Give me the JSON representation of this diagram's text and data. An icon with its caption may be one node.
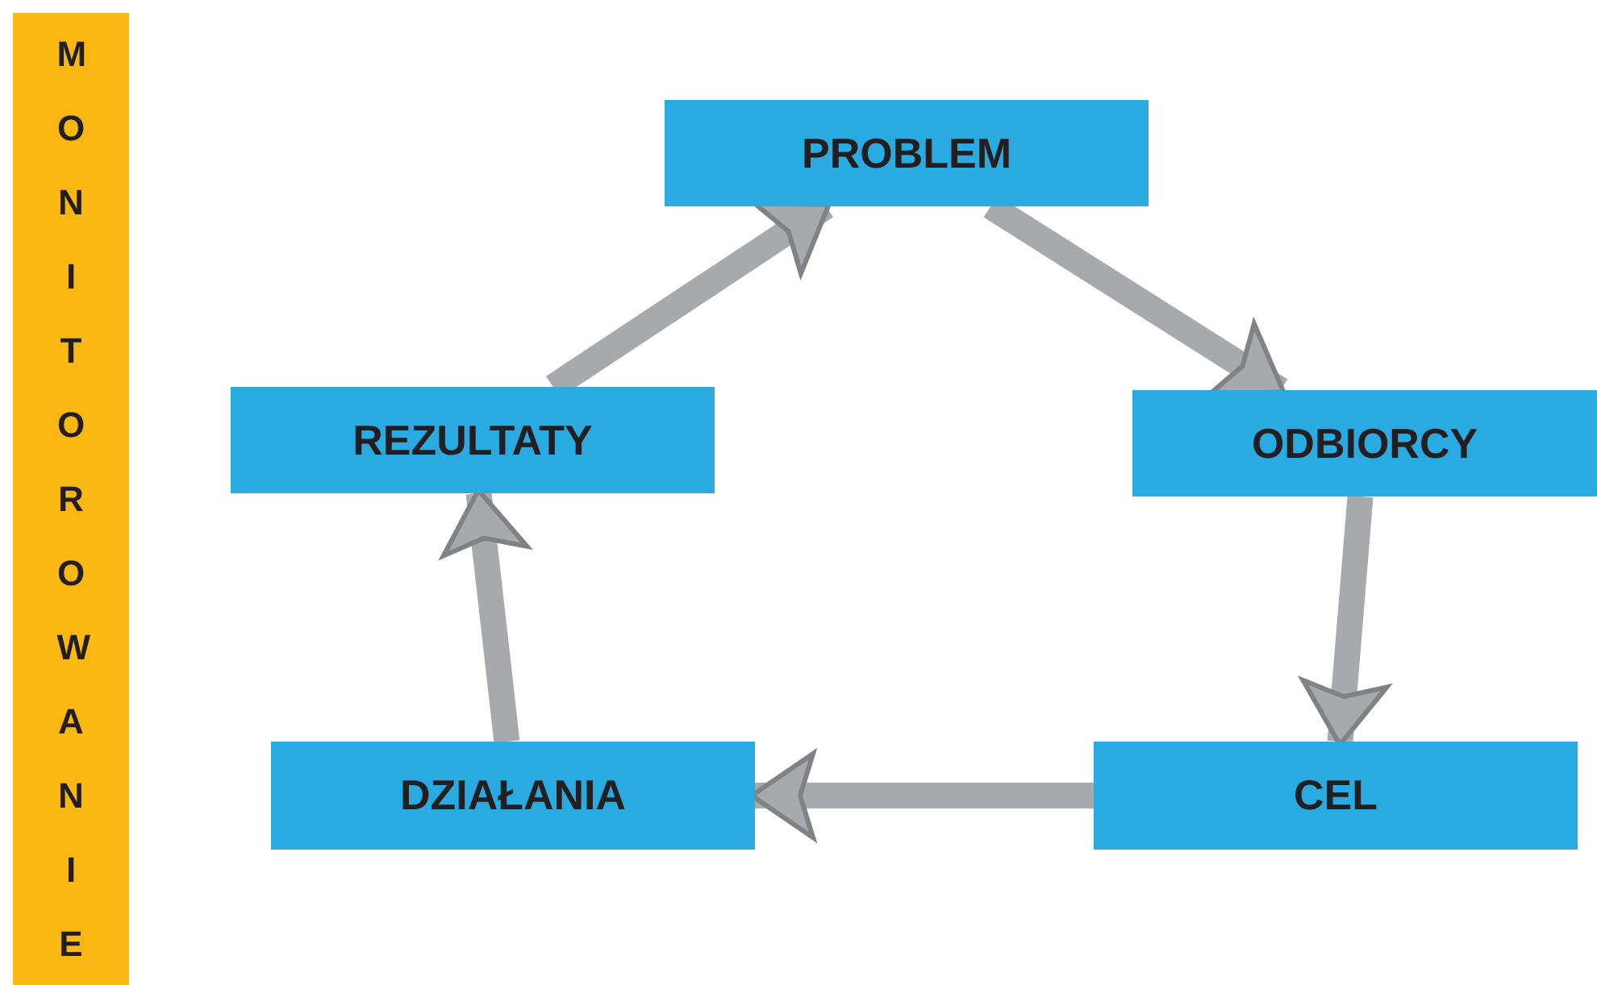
{
  "diagram": {
    "nodes": [
      {
        "text": [
          "MONITOROWANIE"
        ]
      },
      {
        "text": [
          "PROBLEM"
        ]
      },
      {
        "text": [
          "ODBIORCY"
        ]
      },
      {
        "text": [
          "CEL"
        ]
      },
      {
        "text": [
          "DZIAŁANIA"
        ]
      },
      {
        "text": [
          "REZULTATY"
        ]
      }
    ],
    "edges": [
      {
        "from": 1,
        "to": 2,
        "arrow": "to"
      },
      {
        "from": 2,
        "to": 3,
        "arrow": "to"
      },
      {
        "from": 3,
        "to": 4,
        "arrow": "to"
      },
      {
        "from": 4,
        "to": 5,
        "arrow": "to"
      },
      {
        "from": 5,
        "to": 1,
        "arrow": "to"
      }
    ]
  }
}
